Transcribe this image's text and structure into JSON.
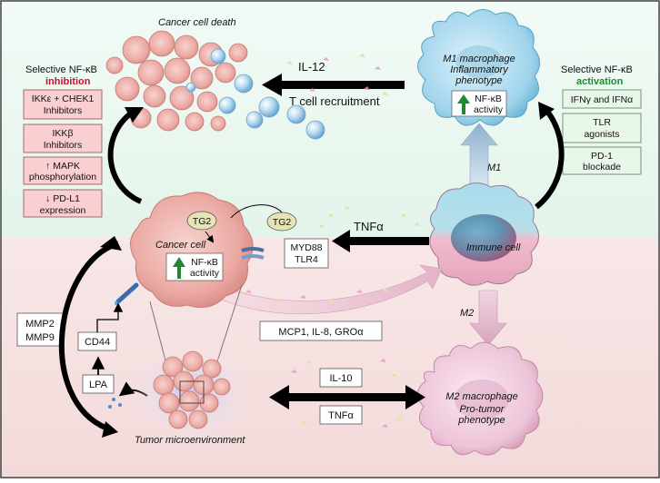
{
  "diagram": {
    "cancer_cell_death": "Cancer cell death",
    "il12": "IL-12",
    "t_cell_recruitment": "T cell recruitment",
    "m1_title": "M1 macrophage",
    "m1_sub1": "Inflammatory",
    "m1_sub2": "phenotype",
    "m1_nfkb1": "NF-κB",
    "m1_nfkb2": "activity",
    "left_panel": {
      "title1": "Selective NF-κB",
      "title2": "inhibition",
      "title2_color": "#c8102e",
      "items": [
        [
          "IKKε + CHEK1",
          "Inhibitors"
        ],
        [
          "IKKβ",
          "Inhibitors"
        ],
        [
          "↑ MAPK",
          "phosphorylation"
        ],
        [
          "↓ PD-L1",
          "expression"
        ]
      ]
    },
    "right_panel": {
      "title1": "Selective NF-κB",
      "title2": "activation",
      "title2_color": "#1e8a2e",
      "items": [
        [
          "IFNγ and IFNα"
        ],
        [
          "TLR",
          "agonists"
        ],
        [
          "PD-1",
          "blockade"
        ]
      ]
    },
    "m1_arrow_label": "M1",
    "m2_arrow_label": "M2",
    "tnfa_top": "TNFα",
    "immune_cell": "Immune cell",
    "cancer_cell": "Cancer cell",
    "tg2_a": "TG2",
    "tg2_b": "TG2",
    "myd88": "MYD88",
    "tlr4": "TLR4",
    "cancer_nfkb1": "NF-κB",
    "cancer_nfkb2": "activity",
    "mmp2": "MMP2",
    "mmp9": "MMP9",
    "cd44": "CD44",
    "lpa": "LPA",
    "mcp": "MCP1, IL-8, GROα",
    "il10": "IL-10",
    "tnfa_bottom": "TNFα",
    "m2_title": "M2 macrophage",
    "m2_sub1": "Pro-tumor",
    "m2_sub2": "phenotype",
    "tumor_microenv": "Tumor microenvironment"
  }
}
